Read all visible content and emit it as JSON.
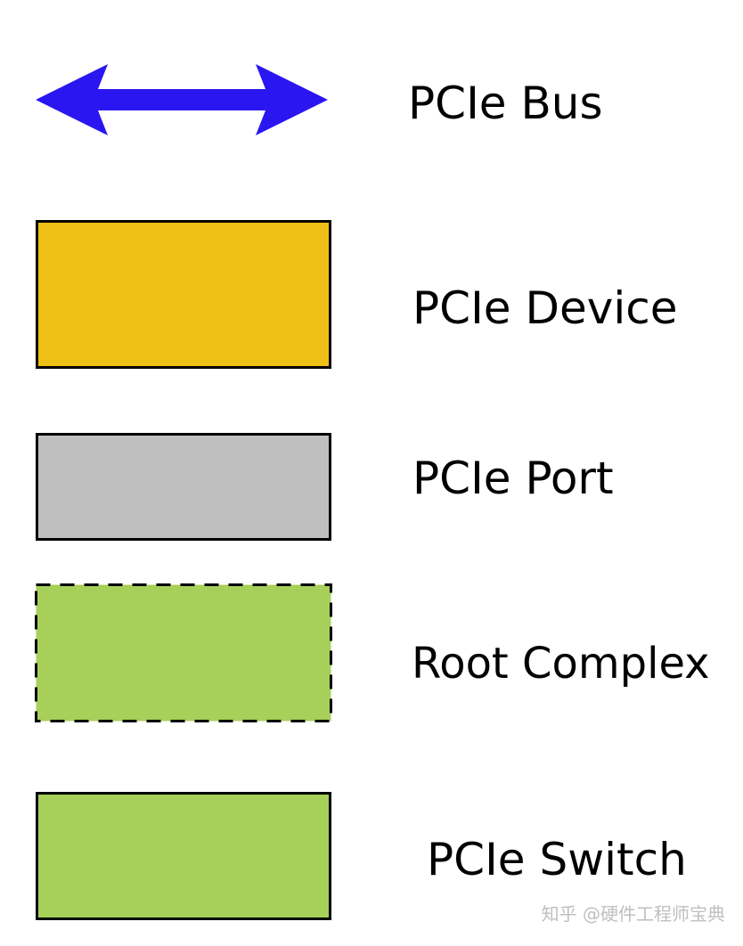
{
  "legend": {
    "items": [
      {
        "label": "PCIe Bus",
        "symbol": "double-headed-arrow",
        "color": "#2a16f0"
      },
      {
        "label": "PCIe Device",
        "symbol": "box-solid-border",
        "color": "#eebf14"
      },
      {
        "label": "PCIe Port",
        "symbol": "box-solid-border",
        "color": "#bfbfbf"
      },
      {
        "label": "Root Complex",
        "symbol": "box-dashed-border",
        "color": "#a7d05a"
      },
      {
        "label": "PCIe Switch",
        "symbol": "box-solid-border",
        "color": "#a7d05a"
      }
    ]
  },
  "watermark": {
    "text": "知乎 @硬件工程师宝典"
  }
}
